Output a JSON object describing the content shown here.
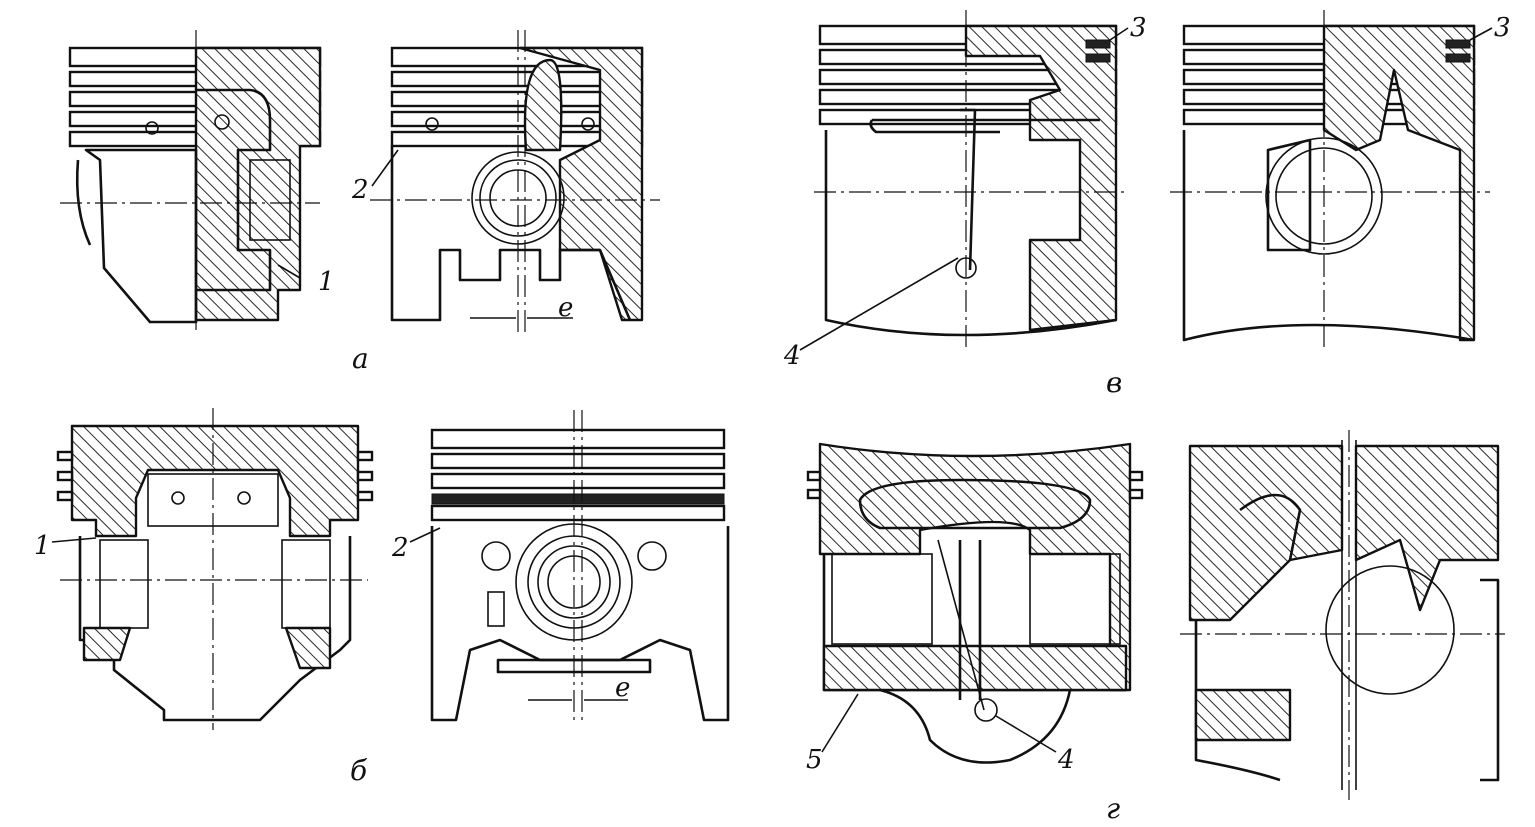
{
  "figures": [
    {
      "caption": "а",
      "callouts": [
        "2",
        "1",
        "e"
      ]
    },
    {
      "caption": "б",
      "callouts": [
        "1",
        "2",
        "e"
      ]
    },
    {
      "caption": "в",
      "callouts": [
        "3",
        "3",
        "4"
      ]
    },
    {
      "caption": "г",
      "callouts": [
        "5",
        "4"
      ]
    }
  ],
  "colors": {
    "ink": "#111111",
    "paper": "#ffffff"
  }
}
